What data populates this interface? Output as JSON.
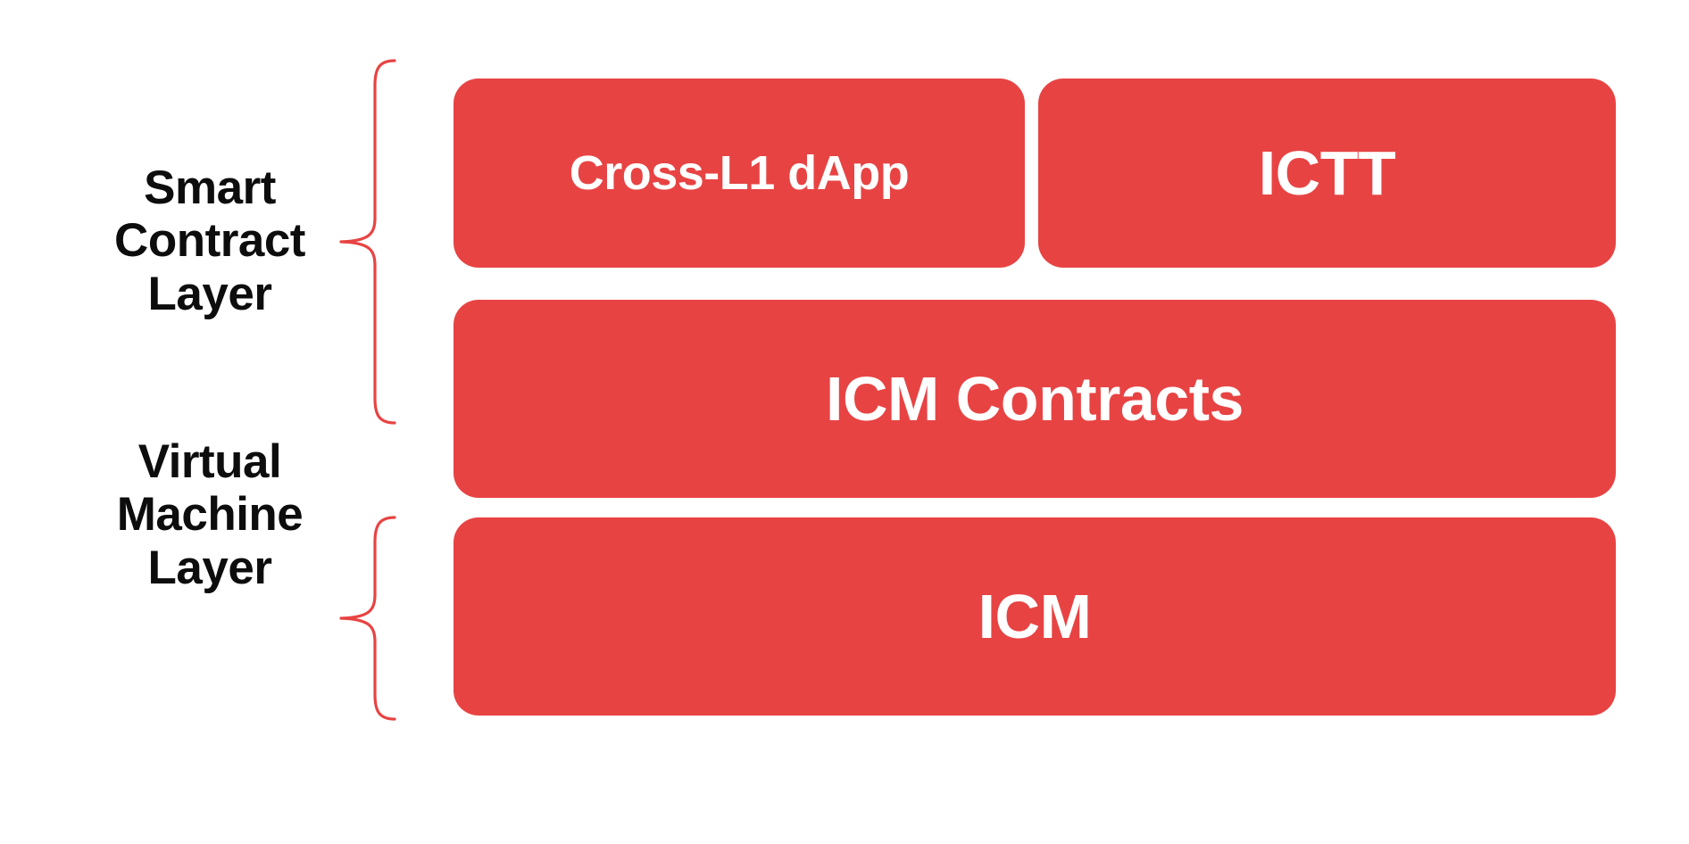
{
  "diagram": {
    "title": "Smart Contract and Virtual Machine Layer Stack",
    "background_color": "#ffffff",
    "accent_color": "#E84343",
    "box_text_color": "#ffffff",
    "label_text_color": "#0d0d0d"
  },
  "layers": [
    {
      "id": "smart-contract-layer",
      "label_lines": [
        "Smart",
        "Contract",
        "Layer"
      ],
      "label_text": "Smart Contract Layer",
      "brace": "left-pointing-curly-brace",
      "rows": [
        {
          "id": "row-apps",
          "boxes": [
            {
              "id": "cross-l1-dapp",
              "label": "Cross-L1 dApp",
              "color": "#E84343"
            },
            {
              "id": "ictt",
              "label": "ICTT",
              "color": "#E84343"
            }
          ]
        },
        {
          "id": "row-contracts",
          "boxes": [
            {
              "id": "icm-contracts",
              "label": "ICM Contracts",
              "color": "#E84343"
            }
          ]
        }
      ]
    },
    {
      "id": "virtual-machine-layer",
      "label_lines": [
        "Virtual",
        "Machine",
        "Layer"
      ],
      "label_text": "Virtual Machine Layer",
      "brace": "left-pointing-curly-brace",
      "rows": [
        {
          "id": "row-vm",
          "boxes": [
            {
              "id": "icm",
              "label": "ICM",
              "color": "#E84343"
            }
          ]
        }
      ]
    }
  ]
}
